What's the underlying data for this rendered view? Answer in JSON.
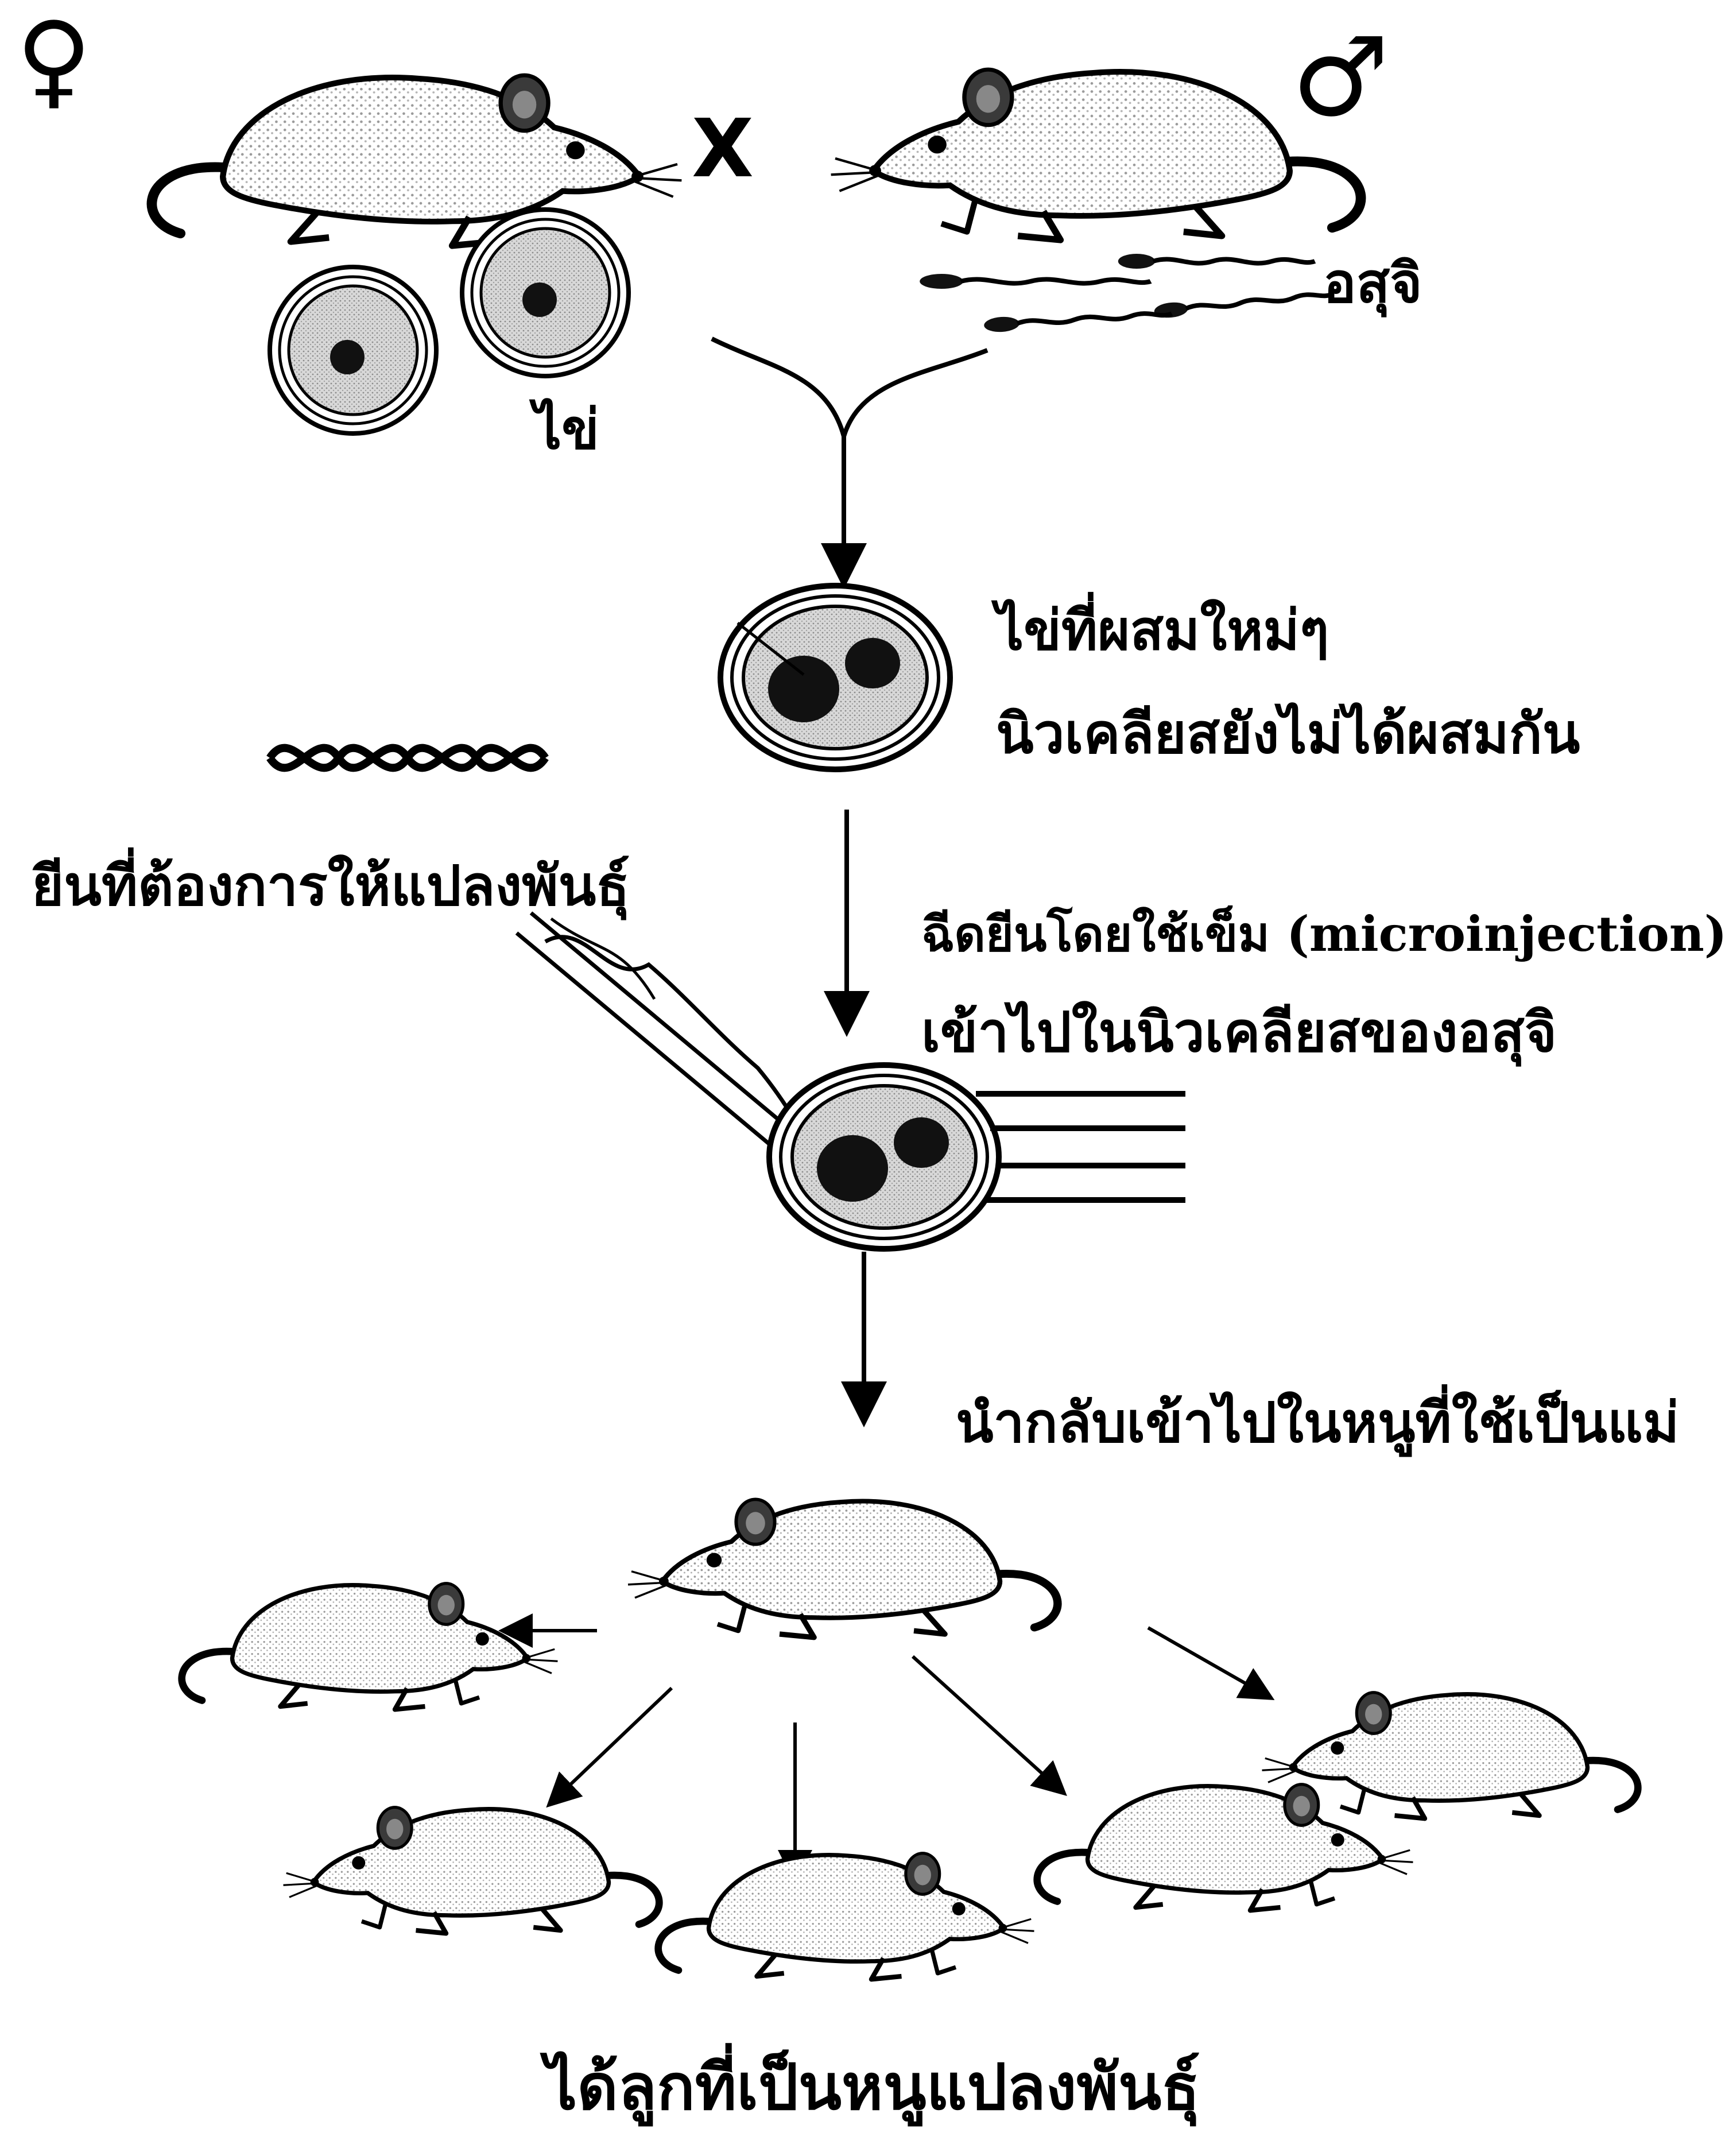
{
  "symbols": {
    "female": "♀",
    "male": "♂",
    "cross": "X"
  },
  "labels": {
    "egg": "ไข่",
    "sperm": "อสุจิ",
    "fertilized_line1": "ไข่ที่ผสมใหม่ๆ",
    "fertilized_line2": "นิวเคลียสยังไม่ได้ผสมกัน",
    "gene": "ยีนที่ต้องการให้แปลงพันธุ์",
    "inject_line1": "ฉีดยีนโดยใช้เข็ม (microinjection)",
    "inject_line2": "เข้าไปในนิวเคลียสของอสุจิ",
    "transfer": "นำกลับเข้าไปในหนูที่ใช้เป็นแม่",
    "result": "ได้ลูกที่เป็นหนูแปลงพันธุ์"
  },
  "colors": {
    "ink": "#000000",
    "fur": "#ffffff",
    "cell_fill": "#cfcfcf",
    "nucleus": "#1a1a1a"
  }
}
